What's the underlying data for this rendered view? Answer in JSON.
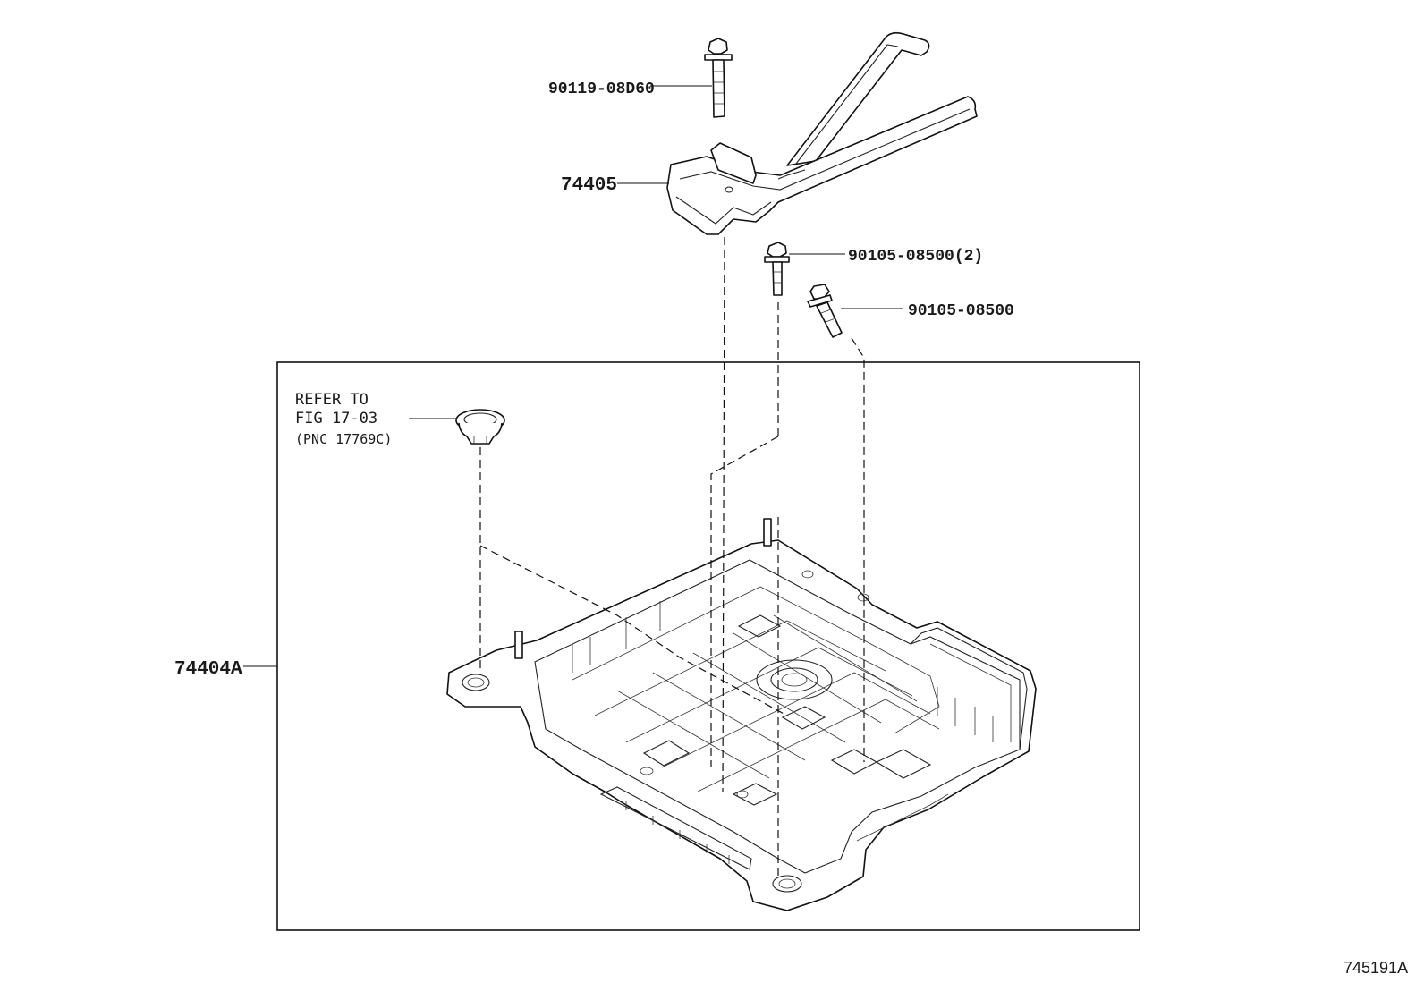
{
  "diagram": {
    "figure_number": "745191A",
    "parts": {
      "bolt_top": {
        "label": "90119-08D60",
        "icon": "flange-bolt-icon"
      },
      "bracket": {
        "label": "74405",
        "icon": "battery-clamp-bracket-icon"
      },
      "bolt_pair": {
        "label": "90105-08500(2)",
        "icon": "flange-bolt-icon"
      },
      "bolt_single": {
        "label": "90105-08500",
        "icon": "flange-bolt-icon"
      },
      "tray": {
        "label": "74404A",
        "icon": "battery-tray-icon"
      },
      "clip": {
        "label": "",
        "icon": "push-clip-icon"
      }
    },
    "reference_note": {
      "line1": "REFER TO",
      "line2": "FIG 17-03",
      "line3": "(PNC 17769C)"
    }
  }
}
